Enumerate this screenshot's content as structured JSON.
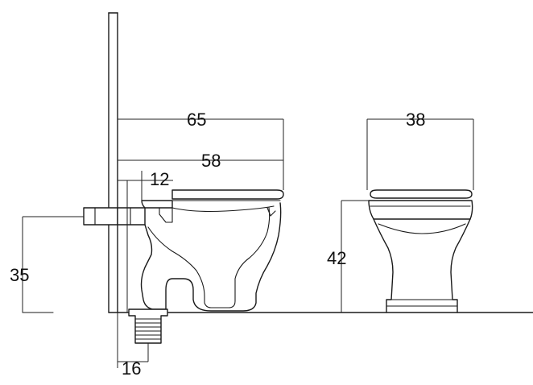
{
  "dimensions": {
    "overall_depth": "65",
    "seat_depth": "58",
    "inlet_offset": "12",
    "inlet_height": "35",
    "outlet_offset": "16",
    "front_width": "38",
    "seat_height": "42"
  },
  "colors": {
    "line": "#1a1a1a",
    "background": "#ffffff"
  }
}
